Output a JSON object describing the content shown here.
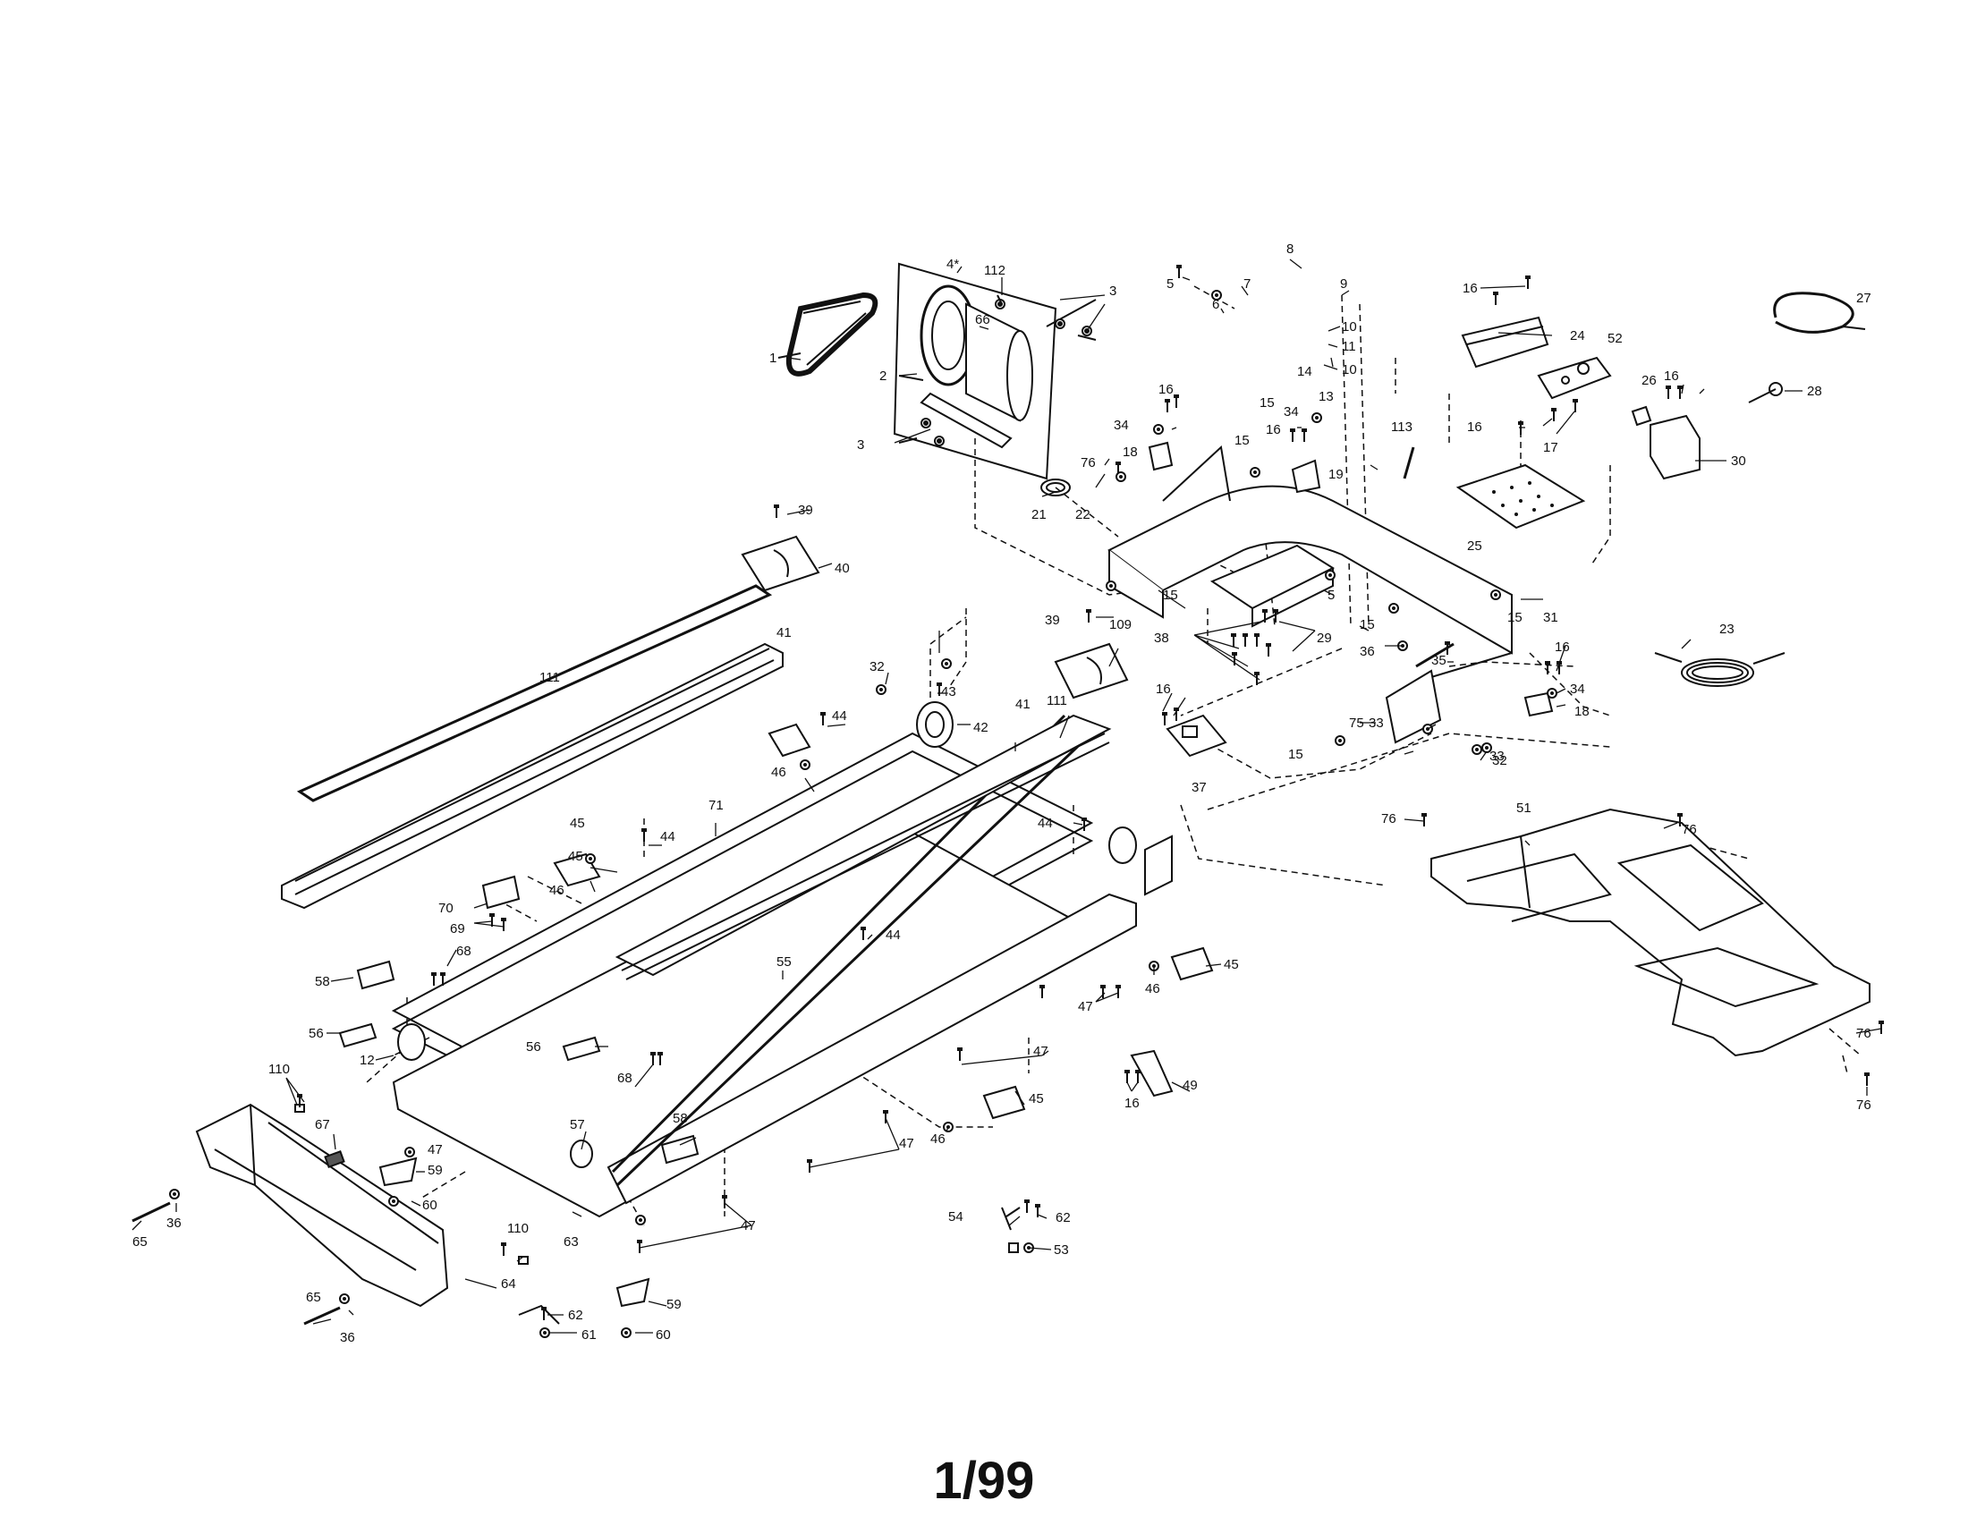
{
  "page": {
    "number": "1/99"
  },
  "labels": [
    {
      "id": "l1",
      "text": "1"
    },
    {
      "id": "l2",
      "text": "2"
    },
    {
      "id": "l3a",
      "text": "3"
    },
    {
      "id": "l3b",
      "text": "3"
    },
    {
      "id": "l4",
      "text": "4*"
    },
    {
      "id": "l112",
      "text": "112"
    },
    {
      "id": "l66",
      "text": "66"
    },
    {
      "id": "l5a",
      "text": "5"
    },
    {
      "id": "l6",
      "text": "6"
    },
    {
      "id": "l7",
      "text": "7"
    },
    {
      "id": "l8",
      "text": "8"
    },
    {
      "id": "l9",
      "text": "9"
    },
    {
      "id": "l10a",
      "text": "10"
    },
    {
      "id": "l11",
      "text": "11"
    },
    {
      "id": "l10b",
      "text": "10"
    },
    {
      "id": "l13",
      "text": "13"
    },
    {
      "id": "l14",
      "text": "14"
    },
    {
      "id": "l15a",
      "text": "15"
    },
    {
      "id": "l16a",
      "text": "16"
    },
    {
      "id": "l24",
      "text": "24"
    },
    {
      "id": "l27",
      "text": "27"
    },
    {
      "id": "l52",
      "text": "52"
    },
    {
      "id": "l16b",
      "text": "16"
    },
    {
      "id": "l26",
      "text": "26"
    },
    {
      "id": "l28",
      "text": "28"
    },
    {
      "id": "l16c",
      "text": "16"
    },
    {
      "id": "l17",
      "text": "17"
    },
    {
      "id": "l30",
      "text": "30"
    },
    {
      "id": "l25",
      "text": "25"
    },
    {
      "id": "l16d",
      "text": "16"
    },
    {
      "id": "l34a",
      "text": "34"
    },
    {
      "id": "l18a",
      "text": "18"
    },
    {
      "id": "l15b",
      "text": "15"
    },
    {
      "id": "l34b",
      "text": "34"
    },
    {
      "id": "l16e",
      "text": "16"
    },
    {
      "id": "l19",
      "text": "19"
    },
    {
      "id": "l113",
      "text": "113"
    },
    {
      "id": "l76a",
      "text": "76"
    },
    {
      "id": "l21",
      "text": "21"
    },
    {
      "id": "l22",
      "text": "22"
    },
    {
      "id": "l39a",
      "text": "39"
    },
    {
      "id": "l40",
      "text": "40"
    },
    {
      "id": "l41a",
      "text": "41"
    },
    {
      "id": "l111a",
      "text": "111"
    },
    {
      "id": "l15c",
      "text": "15"
    },
    {
      "id": "l5b",
      "text": "5"
    },
    {
      "id": "l15d",
      "text": "15"
    },
    {
      "id": "l15e",
      "text": "15"
    },
    {
      "id": "l31",
      "text": "31"
    },
    {
      "id": "l23",
      "text": "23"
    },
    {
      "id": "l39b",
      "text": "39"
    },
    {
      "id": "l109",
      "text": "109"
    },
    {
      "id": "l38",
      "text": "38"
    },
    {
      "id": "l29",
      "text": "29"
    },
    {
      "id": "l36a",
      "text": "36"
    },
    {
      "id": "l35",
      "text": "35"
    },
    {
      "id": "l16f",
      "text": "16"
    },
    {
      "id": "l34c",
      "text": "34"
    },
    {
      "id": "l18b",
      "text": "18"
    },
    {
      "id": "l33a",
      "text": "33"
    },
    {
      "id": "l32a",
      "text": "32"
    },
    {
      "id": "l43",
      "text": "43"
    },
    {
      "id": "l45a",
      "text": "45"
    },
    {
      "id": "l44a",
      "text": "44"
    },
    {
      "id": "l42",
      "text": "42"
    },
    {
      "id": "l41b",
      "text": "41"
    },
    {
      "id": "l111b",
      "text": "111"
    },
    {
      "id": "l16g",
      "text": "16"
    },
    {
      "id": "l37",
      "text": "37"
    },
    {
      "id": "l75",
      "text": "75"
    },
    {
      "id": "l15f",
      "text": "15"
    },
    {
      "id": "l33b",
      "text": "33"
    },
    {
      "id": "l32b",
      "text": "32"
    },
    {
      "id": "l46a",
      "text": "46"
    },
    {
      "id": "l71",
      "text": "71"
    },
    {
      "id": "l44b",
      "text": "44"
    },
    {
      "id": "l45b",
      "text": "45"
    },
    {
      "id": "l46b",
      "text": "46"
    },
    {
      "id": "l44c",
      "text": "44"
    },
    {
      "id": "l76b",
      "text": "76"
    },
    {
      "id": "l51",
      "text": "51"
    },
    {
      "id": "l76c",
      "text": "76"
    },
    {
      "id": "l70",
      "text": "70"
    },
    {
      "id": "l69",
      "text": "69"
    },
    {
      "id": "l68a",
      "text": "68"
    },
    {
      "id": "l58a",
      "text": "58"
    },
    {
      "id": "l44d",
      "text": "44"
    },
    {
      "id": "l55",
      "text": "55"
    },
    {
      "id": "l45c",
      "text": "45"
    },
    {
      "id": "l46c",
      "text": "46"
    },
    {
      "id": "l56a",
      "text": "56"
    },
    {
      "id": "l12",
      "text": "12"
    },
    {
      "id": "l56b",
      "text": "56"
    },
    {
      "id": "l47a",
      "text": "47"
    },
    {
      "id": "l47b",
      "text": "47"
    },
    {
      "id": "l49",
      "text": "49"
    },
    {
      "id": "l16h",
      "text": "16"
    },
    {
      "id": "l76d",
      "text": "76"
    },
    {
      "id": "l76e",
      "text": "76"
    },
    {
      "id": "l110a",
      "text": "110"
    },
    {
      "id": "l68b",
      "text": "68"
    },
    {
      "id": "l45d",
      "text": "45"
    },
    {
      "id": "l67",
      "text": "67"
    },
    {
      "id": "l57",
      "text": "57"
    },
    {
      "id": "l58b",
      "text": "58"
    },
    {
      "id": "l47c",
      "text": "47"
    },
    {
      "id": "l46d",
      "text": "46"
    },
    {
      "id": "l47d",
      "text": "47"
    },
    {
      "id": "l59a",
      "text": "59"
    },
    {
      "id": "l60a",
      "text": "60"
    },
    {
      "id": "l65a",
      "text": "65"
    },
    {
      "id": "l36b",
      "text": "36"
    },
    {
      "id": "l63",
      "text": "63"
    },
    {
      "id": "l47e",
      "text": "47"
    },
    {
      "id": "l54",
      "text": "54"
    },
    {
      "id": "l62a",
      "text": "62"
    },
    {
      "id": "l53",
      "text": "53"
    },
    {
      "id": "l110b",
      "text": "110"
    },
    {
      "id": "l64",
      "text": "64"
    },
    {
      "id": "l65b",
      "text": "65"
    },
    {
      "id": "l36c",
      "text": "36"
    },
    {
      "id": "l62b",
      "text": "62"
    },
    {
      "id": "l61",
      "text": "61"
    },
    {
      "id": "l59b",
      "text": "59"
    },
    {
      "id": "l60b",
      "text": "60"
    }
  ]
}
